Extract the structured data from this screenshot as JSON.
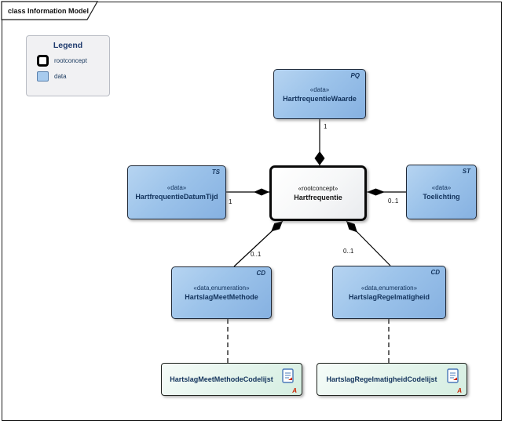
{
  "frame": {
    "tab_label": "class Information Model"
  },
  "legend": {
    "title": "Legend",
    "items": [
      {
        "key": "rootconcept",
        "label": "rootconcept"
      },
      {
        "key": "data",
        "label": "data"
      }
    ]
  },
  "nodes": {
    "waarde": {
      "tag": "PQ",
      "stereotype": "«data»",
      "name": "HartfrequentieWaarde"
    },
    "root": {
      "stereotype": "«rootconcept»",
      "name": "Hartfrequentie"
    },
    "datumtijd": {
      "tag": "TS",
      "stereotype": "«data»",
      "name": "HartfrequentieDatumTijd"
    },
    "toelichting": {
      "tag": "ST",
      "stereotype": "«data»",
      "name": "Toelichting"
    },
    "meetmethode": {
      "tag": "CD",
      "stereotype": "«data,enumeration»",
      "name": "HartslagMeetMethode"
    },
    "regelmatigheid": {
      "tag": "CD",
      "stereotype": "«data,enumeration»",
      "name": "HartslagRegelmatigheid"
    },
    "meetmethode_codelijst": {
      "name": "HartslagMeetMethodeCodelijst",
      "marker": "A"
    },
    "regelmatigheid_codelijst": {
      "name": "HartslagRegelmatigheidCodelijst",
      "marker": "A"
    }
  },
  "multiplicities": {
    "waarde": "1",
    "datumtijd": "1",
    "toelichting": "0..1",
    "meetmethode": "0..1",
    "regelmatigheid": "0..1"
  },
  "colors": {
    "data_fill": "#9cc3ea",
    "data_border": "#1f2836",
    "root_fill": "#ffffff",
    "root_border": "#0a0a0a",
    "codelist_fill": "#dff1e8",
    "legend_bg": "#f1f1f3",
    "text_navy": "#13335c",
    "marker_red": "#cc2200",
    "line": "#000000"
  }
}
